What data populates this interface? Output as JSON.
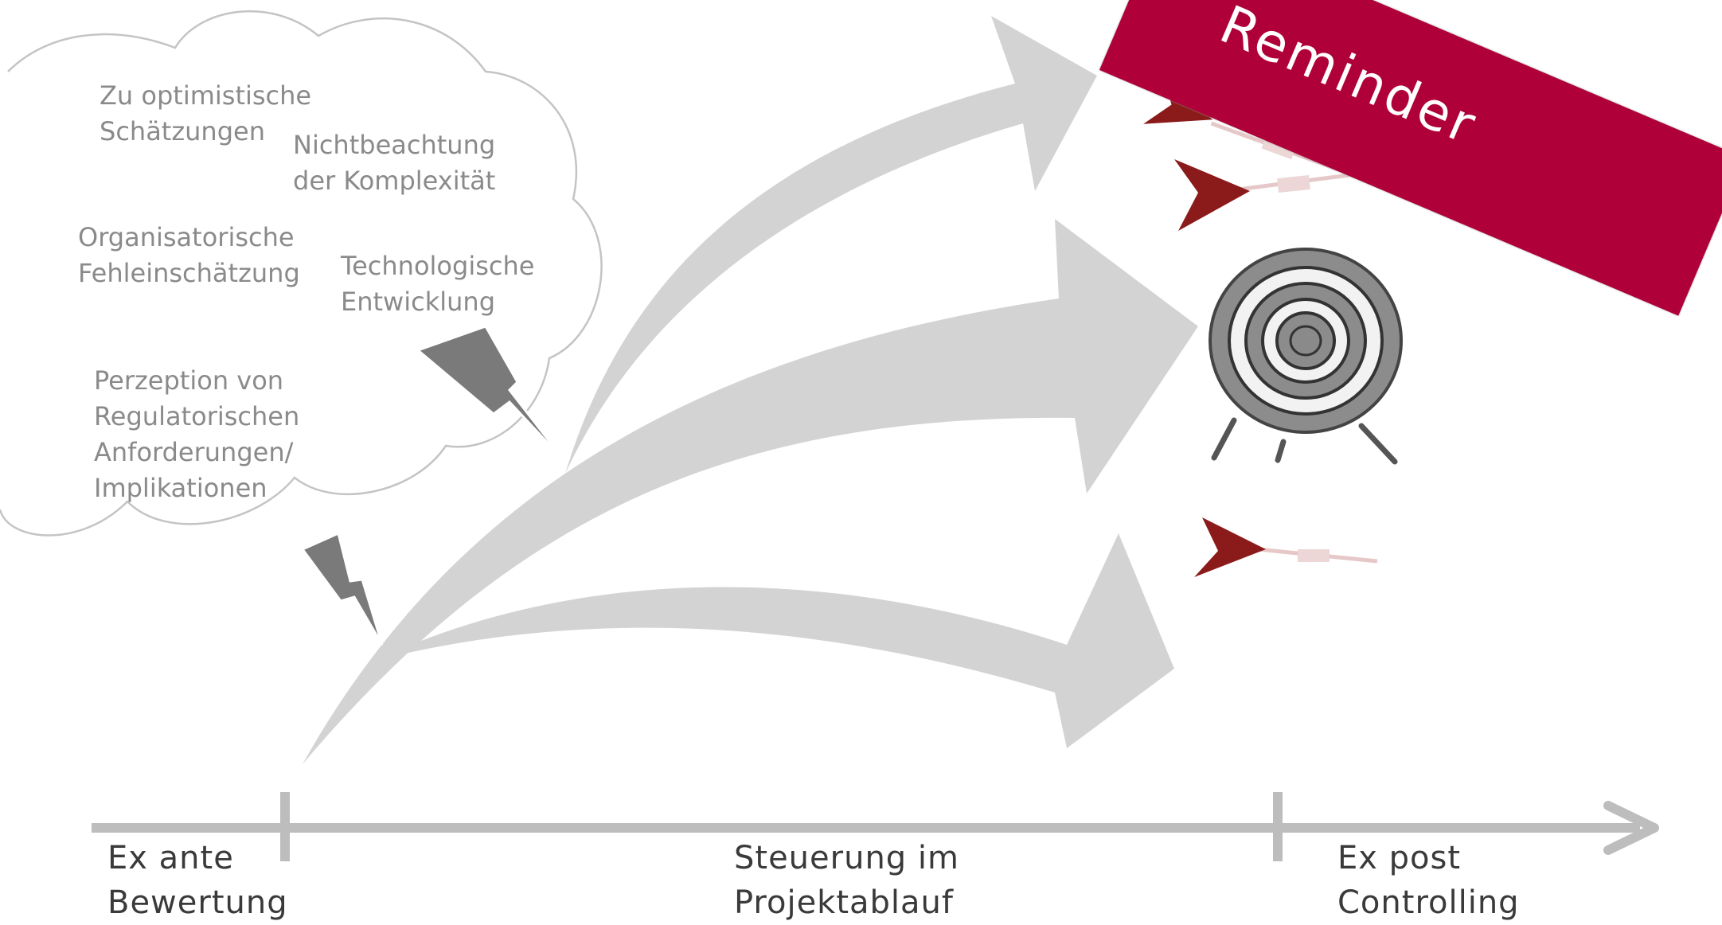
{
  "banner": {
    "text": "Reminder"
  },
  "cloud": {
    "risks": [
      "Zu optimistische\nSchätzungen",
      "Nichtbeachtung\nder Komplexität",
      "Organisatorische\nFehleinschätzung",
      "Technologische\nEntwicklung",
      "Perzeption von\nRegulatorischen\nAnforderungen/\nImplikationen"
    ]
  },
  "timeline": {
    "phases": [
      "Ex ante\nBewertung",
      "Steuerung im\nProjektablauf",
      "Ex post\nControlling"
    ]
  },
  "colors": {
    "arrow_gray": "#d3d3d3",
    "lightning_gray": "#7a7a7a",
    "dart_red": "#8b1a1a",
    "banner_red": "#b0003a",
    "axis_gray": "#bdbdbd"
  },
  "icons": [
    "cloud-icon",
    "lightning-icon",
    "target-icon",
    "dart-icon"
  ]
}
